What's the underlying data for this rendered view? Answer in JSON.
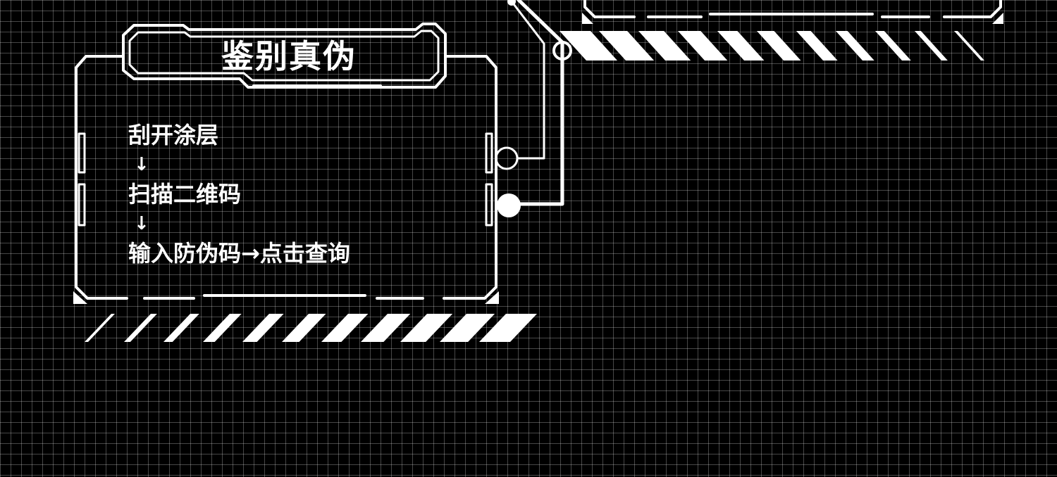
{
  "panel": {
    "title": "鉴别真伪",
    "steps": [
      "刮开涂层",
      "扫描二维码",
      "输入防伪码→点击查询"
    ],
    "step_arrow": "↓"
  },
  "colors": {
    "background": "#000000",
    "grid": "#ffffff",
    "foreground": "#ffffff"
  }
}
